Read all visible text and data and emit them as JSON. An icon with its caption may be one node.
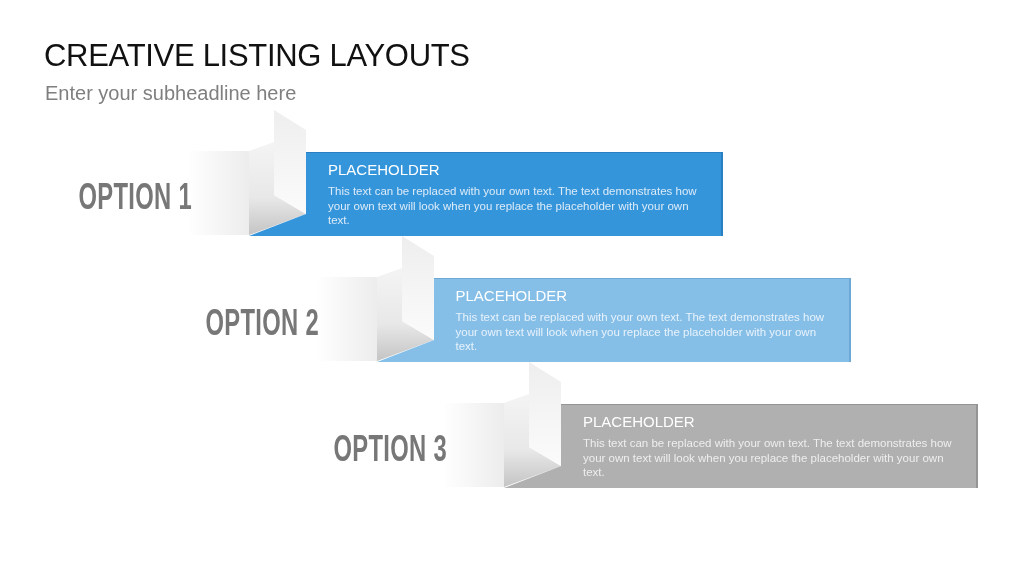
{
  "diagram": {
    "title": "CREATIVE LISTING LAYOUTS",
    "nodes": [
      {
        "text": [
          "PLACEHOLDER",
          "This text can be replaced with your own text. The text demonstrates how your own text will look when you replace the placeholder with your own text."
        ],
        "beside": [
          "OPTION 1"
        ]
      },
      {
        "text": [
          "PLACEHOLDER",
          "This text can be replaced with your own text. The text demonstrates how your own text will look when you replace the placeholder with your own text."
        ],
        "beside": [
          "OPTION 2"
        ]
      },
      {
        "text": [
          "PLACEHOLDER",
          "This text can be replaced with your own text. The text demonstrates how your own text will look when you replace the placeholder with your own text."
        ],
        "beside": [
          "OPTION 3"
        ]
      }
    ],
    "labels": [
      "Enter your subheadline here"
    ]
  }
}
